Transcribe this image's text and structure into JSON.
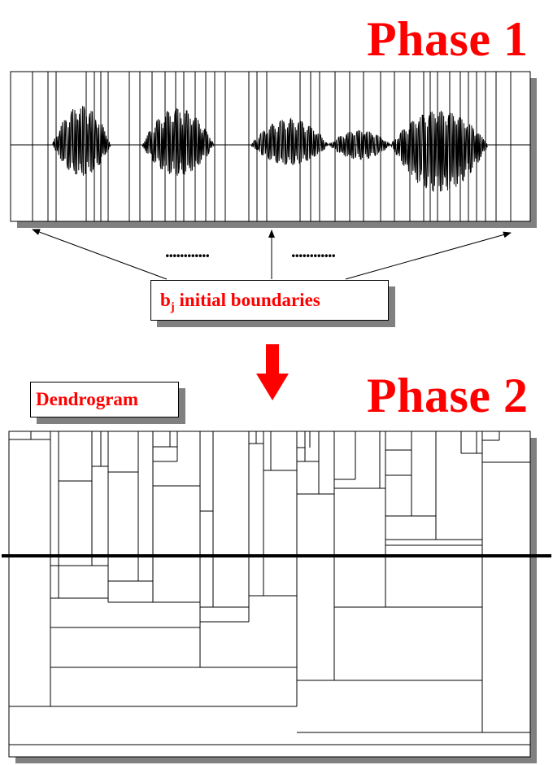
{
  "phase1": {
    "title": "Phase 1"
  },
  "phase2": {
    "title": "Phase 2"
  },
  "boundaries_label": {
    "main": "b",
    "subscript": "j",
    "rest": " initial boundaries"
  },
  "ellipsis_left": "............",
  "ellipsis_right": "............",
  "dendrogram_label": "Dendrogram",
  "colors": {
    "accent": "#ff0000",
    "shadow": "#808080",
    "line": "#000000"
  }
}
